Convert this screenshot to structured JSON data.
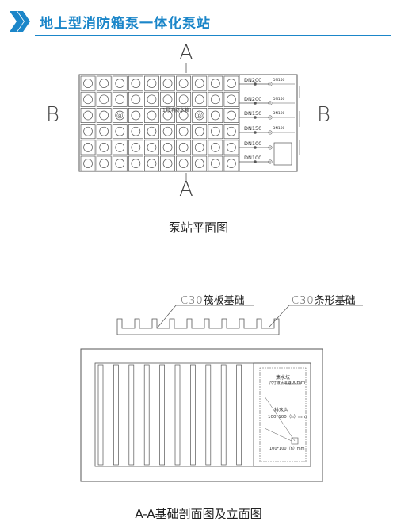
{
  "header": {
    "title": "地上型消防箱泵一体化泵站",
    "accent": "#1b86c9"
  },
  "plan": {
    "section_marks": {
      "top": "A",
      "bottom": "A",
      "left": "B",
      "right": "B"
    },
    "pipes": [
      {
        "label": "DN200",
        "side_label": "DN150"
      },
      {
        "label": "DN200",
        "side_label": "DN150"
      },
      {
        "label": "DN150",
        "side_label": "DN100"
      },
      {
        "label": "DN150",
        "side_label": "DN100"
      },
      {
        "label": "DN100",
        "side_label": ""
      },
      {
        "label": "DN100",
        "side_label": ""
      }
    ],
    "tank_label": "1号消防水箱",
    "caption": "泵站平面图"
  },
  "foundation": {
    "raft_label_grade": "C30",
    "raft_label_text": "筏板基础",
    "strip_label_grade": "C30",
    "strip_label_text": "条形基础",
    "pit_title": "集水坑",
    "pit_subtitle": "尺寸做法详见",
    "pit_dim": "300mm",
    "ditch_label": "排水沟",
    "ditch_dim": "100*100（h）mm",
    "bottom_dim": "100*100（h）mm",
    "caption": "A-A基础剖面图及立面图"
  }
}
